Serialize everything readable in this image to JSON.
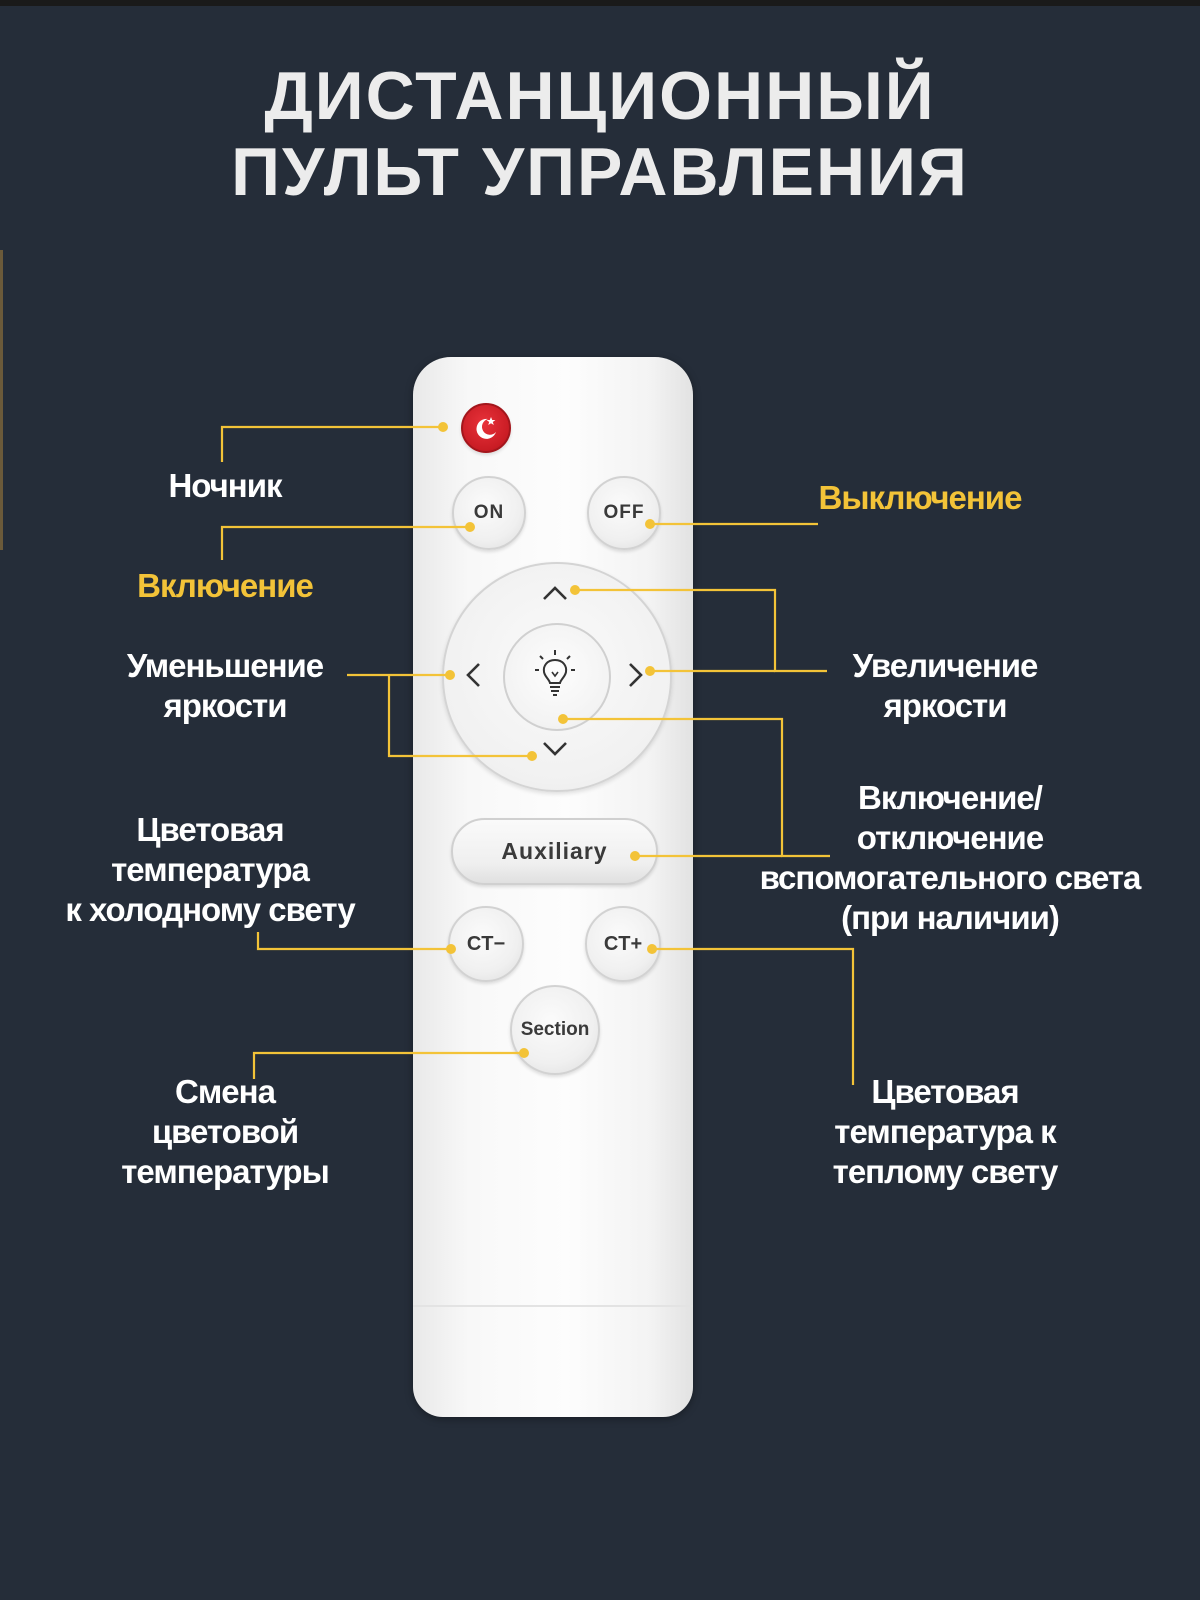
{
  "title": {
    "line1": "ДИСТАНЦИОННЫЙ",
    "line2": "ПУЛЬТ УПРАВЛЕНИЯ"
  },
  "colors": {
    "background": "#252d39",
    "accent": "#f3c338",
    "label_text": "#ffffff",
    "night_button": "#d3222a"
  },
  "remote": {
    "buttons": {
      "night": {
        "icon": "moon-star-icon"
      },
      "on": "ON",
      "off": "OFF",
      "up": {
        "icon": "chevron-up-icon"
      },
      "down": {
        "icon": "chevron-down-icon"
      },
      "left": {
        "icon": "chevron-left-icon"
      },
      "right": {
        "icon": "chevron-right-icon"
      },
      "center": {
        "icon": "lightbulb-icon"
      },
      "auxiliary": "Auxiliary",
      "ct_minus": "CT−",
      "ct_plus": "CT+",
      "section": "Section"
    }
  },
  "labels": {
    "night_light": "Ночник",
    "turn_on": "Включение",
    "turn_off": "Выключение",
    "brightness_down": [
      "Уменьшение",
      "яркости"
    ],
    "brightness_up": [
      "Увеличение",
      "яркости"
    ],
    "auxiliary": [
      "Включение/",
      "отключение",
      "вспомогательного света",
      "(при наличии)"
    ],
    "cold_temp": [
      "Цветовая",
      "температура",
      "к холодному свету"
    ],
    "change_temp": [
      "Смена",
      "цветовой",
      "температуры"
    ],
    "warm_temp": [
      "Цветовая",
      "температура к",
      "теплому свету"
    ]
  }
}
